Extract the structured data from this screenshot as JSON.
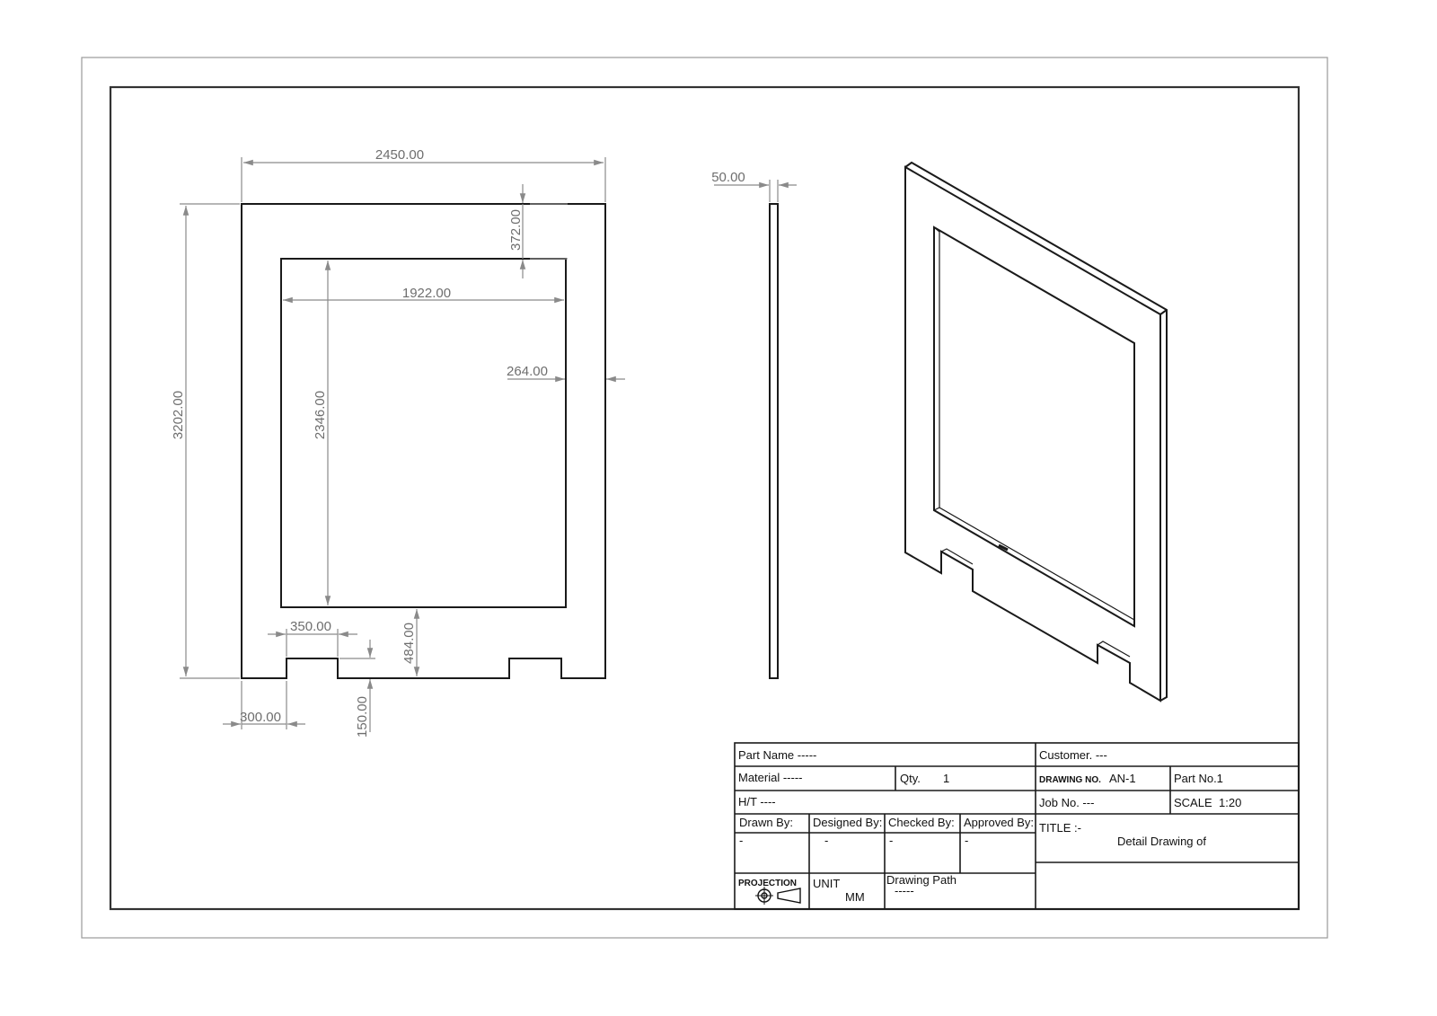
{
  "dimensions": {
    "overall_width": "2450.00",
    "top_border": "372.00",
    "window_width": "1922.00",
    "side_border": "264.00",
    "window_height": "2346.00",
    "overall_height": "3202.00",
    "bottom_border": "484.00",
    "notch_width": "350.00",
    "notch_offset": "300.00",
    "notch_depth": "150.00",
    "thickness": "50.00"
  },
  "title_block": {
    "part_name": "Part Name  -----",
    "material": "Material  -----",
    "qty_label": "Qty.",
    "qty_value": "1",
    "ht": "H/T     ----",
    "drawn_by_label": "Drawn By:",
    "designed_by_label": "Designed By:",
    "checked_by_label": "Checked By:",
    "approved_by_label": "Approved By:",
    "drawn_by": "-",
    "designed_by": "-",
    "checked_by": "-",
    "approved_by": "-",
    "projection_label": "PROJECTION",
    "unit_label": "UNIT",
    "unit_value": "MM",
    "drawing_path_label": "Drawing Path",
    "drawing_path_value": "-----",
    "customer": "Customer. ---",
    "drawing_no_label": "DRAWING NO.",
    "drawing_no_value": "AN-1",
    "part_no": "Part No.1",
    "job_no": "Job No.  ---",
    "scale_label": "SCALE",
    "scale_value": "1:20",
    "title_label": "TITLE :-",
    "title_value": "Detail Drawing of"
  }
}
